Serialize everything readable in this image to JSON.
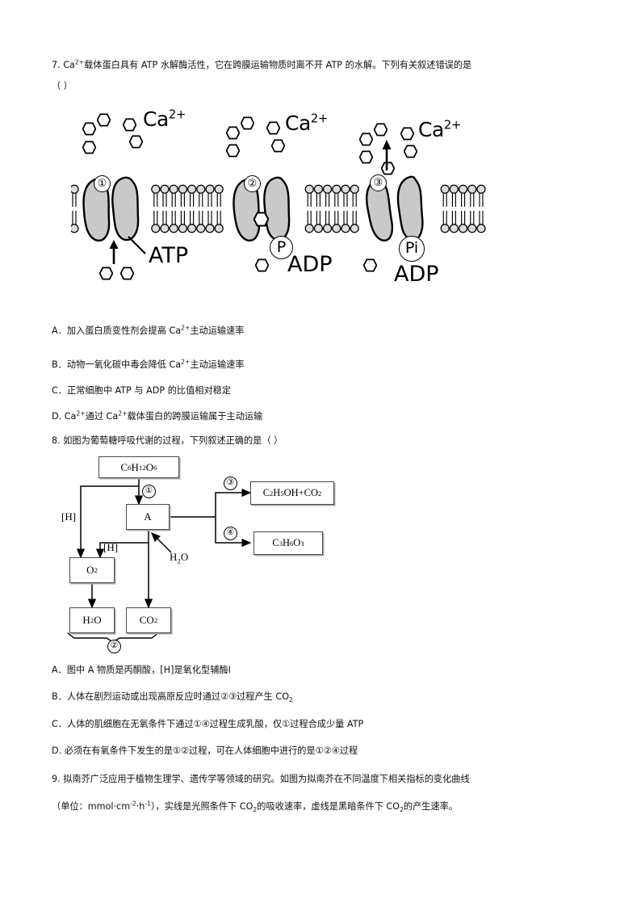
{
  "questions": [
    {
      "number": "7.",
      "stem_line1": "Ca²⁺载体蛋白具有 ATP 水解酶活性，它在跨膜运输物质时离不开 ATP 的水解。下列有关叙述错误的是",
      "stem_line2": "（      ）",
      "options": [
        {
          "marker": "A．",
          "text": "加入蛋白质变性剂会提高 Ca²⁺主动运输速率"
        },
        {
          "marker": "B．",
          "text": "动物一氧化碳中毒会降低 Ca²⁺主动运输速率"
        },
        {
          "marker": "C．",
          "text": "正常细胞中 ATP 与 ADP 的比值相对稳定"
        },
        {
          "marker": "D.",
          "text": "Ca²⁺通过 Ca²⁺载体蛋白的跨膜运输属于主动运输"
        }
      ]
    },
    {
      "number": "8.",
      "stem_line1": "如图为葡萄糖呼吸代谢的过程，下列叙述正确的是（        ）",
      "options": [
        {
          "marker": "A．",
          "text": "图中 A 物质是丙酮酸，[H]是氧化型辅酶Ⅰ"
        },
        {
          "marker": "B．",
          "text": "人体在剧烈运动或出现高原反应时通过②③过程产生 CO₂"
        },
        {
          "marker": "C．",
          "text": "人体的肌细胞在无氧条件下通过①④过程生成乳酸，仅①过程合成少量 ATP"
        },
        {
          "marker": "D.",
          "text": "必须在有氧条件下发生的是①②过程，可在人体细胞中进行的是①②④过程"
        }
      ]
    },
    {
      "number": "9.",
      "stem_line1": "拟南芥广泛应用于植物生理学、遗传学等领域的研究。如图为拟南芥在不同温度下相关指标的变化曲线",
      "stem_line2": "（单位：mmol·cm⁻²·h⁻¹），实线是光照条件下 CO₂的吸收速率，虚线是黑暗条件下 CO₂的产生速率。"
    }
  ],
  "membrane_figure": {
    "ion_labels": [
      "Ca2+",
      "Ca2+",
      "Ca2+"
    ],
    "transporter_numbers": [
      "1",
      "2",
      "3"
    ],
    "molecule_labels": [
      "ATP",
      "ADP",
      "ADP"
    ],
    "phosphate_labels": [
      "P",
      "Pi"
    ],
    "colors": {
      "protein_fill": "#c9c9c9",
      "head_fill": "#d9d9d9",
      "outline": "#000000"
    }
  },
  "flow_figure": {
    "boxes": {
      "glucose": "C6H12O6",
      "substance_a": "A",
      "oxygen": "O2",
      "water_out": "H2O",
      "co2_out": "CO2",
      "ethanol": "C2H5OH+CO2",
      "lactate": "C3H6O3"
    },
    "labels": {
      "h_left": "[H]",
      "h_mid": "[H]",
      "water_in": "H2O"
    },
    "step_numbers": [
      "1",
      "2",
      "3",
      "4"
    ]
  }
}
